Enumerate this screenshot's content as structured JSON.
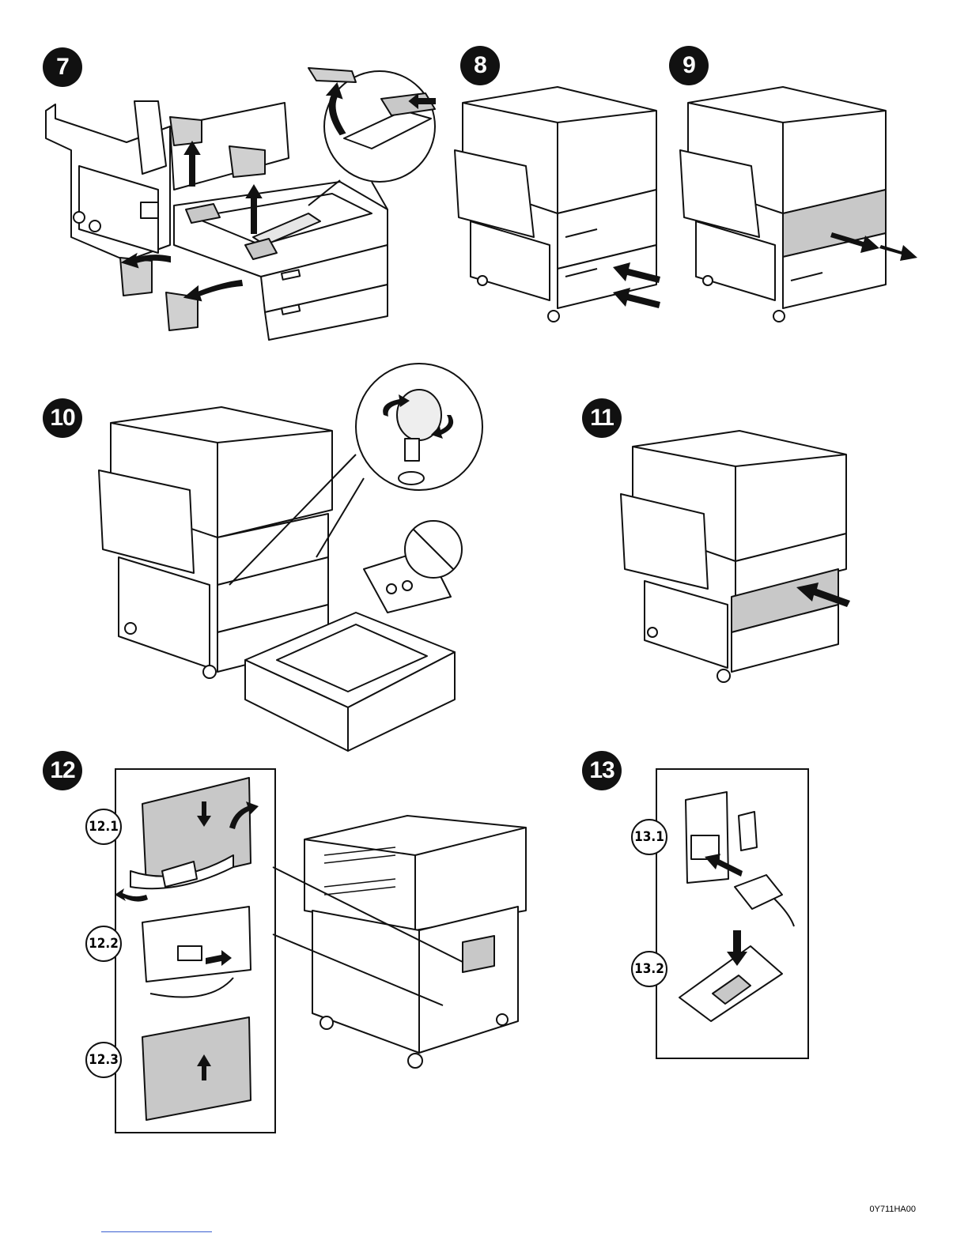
{
  "steps": {
    "s7": "7",
    "s8": "8",
    "s9": "9",
    "s10": "10",
    "s11": "11",
    "s12": "12",
    "s13": "13"
  },
  "substeps": {
    "s12_1": "12.1",
    "s12_2": "12.2",
    "s12_3": "12.3",
    "s13_1": "13.1",
    "s13_2": "13.2"
  },
  "document_code": "0Y711HA00",
  "colors": {
    "ink": "#111111",
    "highlight": "#c8c8c8",
    "badge": "#111111"
  }
}
